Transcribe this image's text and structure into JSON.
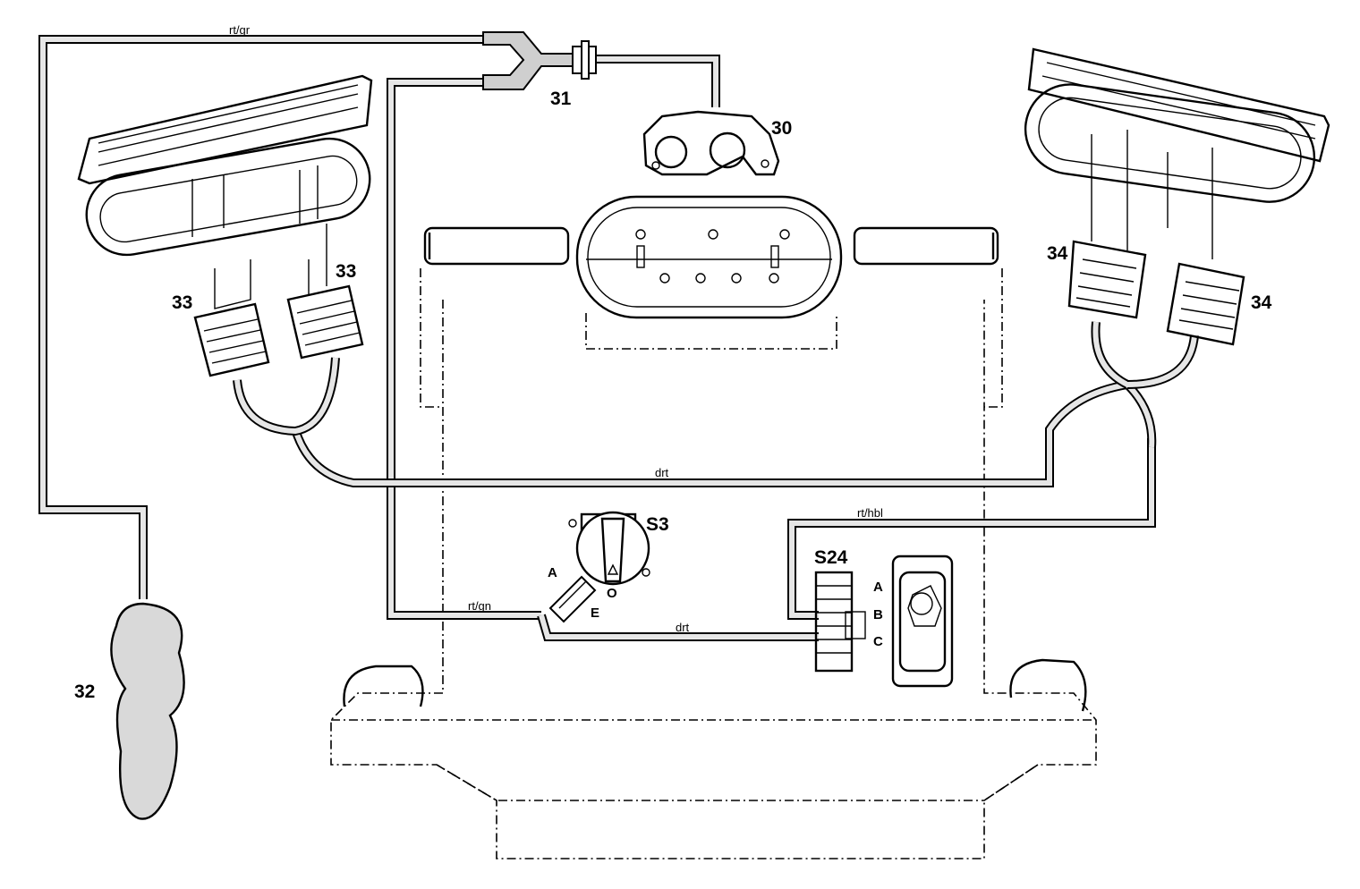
{
  "colors": {
    "line": "#000000",
    "hose_fill": "#e6e6e6",
    "background": "#ffffff"
  },
  "labels": {
    "valve": "30",
    "connector": "31",
    "reservoir": "32",
    "nozzle_left_a": "33",
    "nozzle_left_b": "33",
    "nozzle_right_a": "34",
    "nozzle_right_b": "34",
    "switch_s3": "S3",
    "switch_s24": "S24"
  },
  "wires": {
    "top_line": "rt/gr",
    "middle_line": "drt",
    "left_lower_line": "rt/gn",
    "bottom_line": "drt",
    "right_line": "rt/hbl"
  },
  "pins": {
    "s3_a": "A",
    "s3_e": "E",
    "s3_o": "O",
    "s24_a": "A",
    "s24_b": "B",
    "s24_c": "C"
  }
}
